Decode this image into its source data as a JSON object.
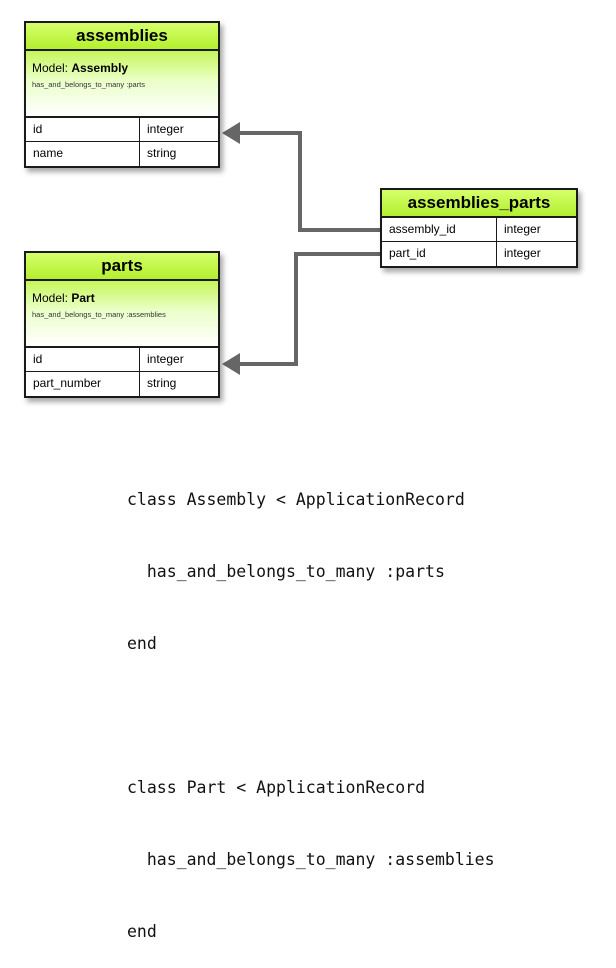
{
  "tables": {
    "assemblies": {
      "title": "assemblies",
      "model_label": "Model:",
      "model_name": "Assembly",
      "association": "has_and_belongs_to_many :parts",
      "rows": [
        {
          "name": "id",
          "type": "integer"
        },
        {
          "name": "name",
          "type": "string"
        }
      ]
    },
    "parts": {
      "title": "parts",
      "model_label": "Model:",
      "model_name": "Part",
      "association": "has_and_belongs_to_many :assemblies",
      "rows": [
        {
          "name": "id",
          "type": "integer"
        },
        {
          "name": "part_number",
          "type": "string"
        }
      ]
    },
    "assemblies_parts": {
      "title": "assemblies_parts",
      "rows": [
        {
          "name": "assembly_id",
          "type": "integer"
        },
        {
          "name": "part_id",
          "type": "integer"
        }
      ]
    }
  },
  "code_lines": [
    "class Assembly < ApplicationRecord",
    "  has_and_belongs_to_many :parts",
    "end",
    "",
    "class Part < ApplicationRecord",
    "  has_and_belongs_to_many :assemblies",
    "end"
  ],
  "colors": {
    "header_green": "#c2f53f",
    "border": "#1a1a1a",
    "arrow": "#666666"
  }
}
